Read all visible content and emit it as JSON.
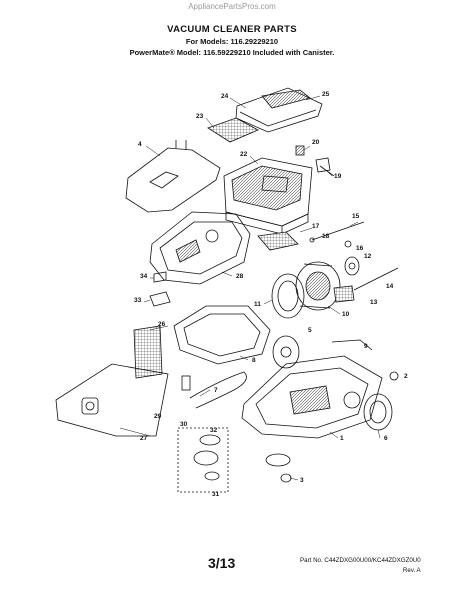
{
  "watermark": "AppliancePartsPros.com",
  "title": "VACUUM CLEANER PARTS",
  "models": [
    {
      "label": "For Models:",
      "value": "116.29229210"
    },
    {
      "label": "PowerMate® Model:",
      "value": "116.59229210 Included with Canister."
    }
  ],
  "page": "3/13",
  "part_number": "Part No. C44ZDXG00U00/KC44ZDXGZ0U0",
  "revision": "Rev. A",
  "callouts": [
    "1",
    "2",
    "3",
    "4",
    "5",
    "6",
    "7",
    "8",
    "9",
    "10",
    "11",
    "12",
    "13",
    "14",
    "15",
    "16",
    "17",
    "18",
    "19",
    "20",
    "22",
    "23",
    "24",
    "25",
    "26",
    "27",
    "28",
    "29",
    "30",
    "31",
    "32",
    "33",
    "34"
  ],
  "colors": {
    "ink": "#111111",
    "paper": "#ffffff",
    "hatch": "#555555"
  }
}
